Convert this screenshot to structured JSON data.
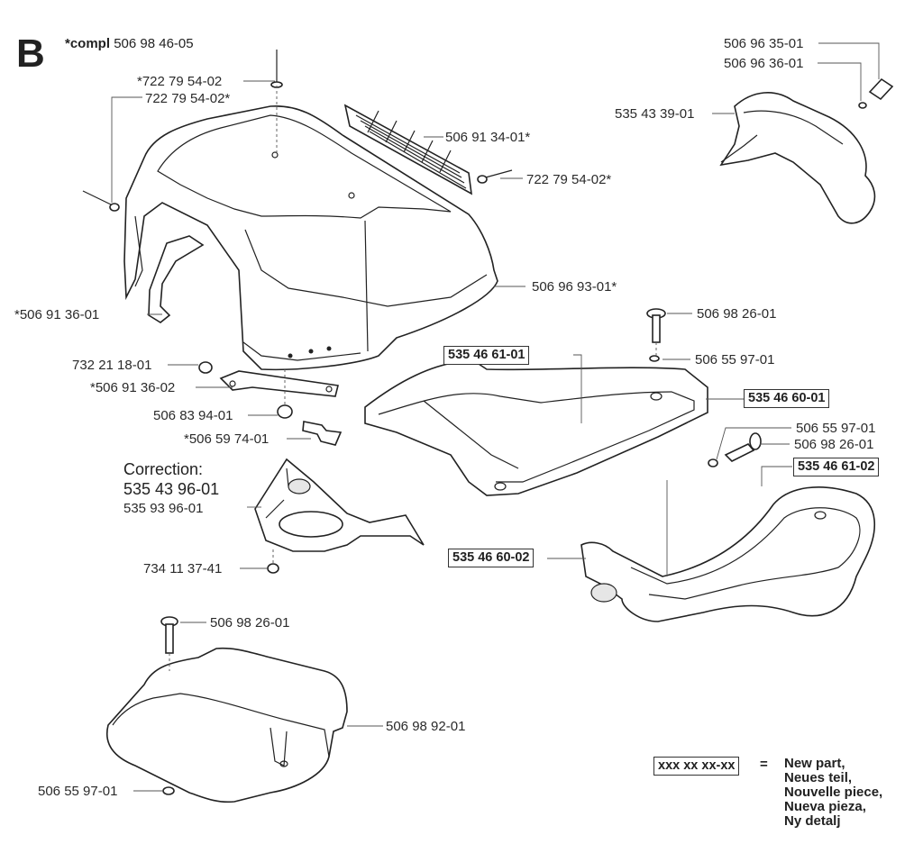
{
  "header": {
    "section_letter": "B",
    "compl_prefix": "*compl",
    "compl_number": "506 98 46-05"
  },
  "correction": {
    "title": "Correction:",
    "number": "535 43 96-01"
  },
  "labels": {
    "l1": "*722 79 54-02",
    "l2": "722 79 54-02*",
    "l3": "506 91 34-01*",
    "l4": "722 79 54-02*",
    "l5": "506 96 93-01*",
    "l6": "*506 91 36-01",
    "l7": "732 21 18-01",
    "l8": "*506 91 36-02",
    "l9": "506 83 94-01",
    "l10": "*506 59 74-01",
    "l11": "535 93 96-01",
    "l12": "734 11 37-41",
    "l13": "506 96 35-01",
    "l14": "506 96 36-01",
    "l15": "535 43 39-01",
    "l16": "506 98 26-01",
    "l17": "506 55 97-01",
    "l18": "506 55 97-01",
    "l19": "506 98 26-01",
    "l20": "506 98 26-01",
    "l21": "506 98 92-01",
    "l22": "506 55 97-01"
  },
  "new_parts": {
    "p1": "535 46 61-01",
    "p2": "535 46 60-01",
    "p3": "535 46 61-02",
    "p4": "535 46 60-02"
  },
  "legend": {
    "placeholder": "xxx xx xx-xx",
    "equals": "=",
    "lines": [
      "New part,",
      "Neues teil,",
      "Nouvelle piece,",
      "Nueva pieza,",
      "Ny detalj"
    ]
  }
}
